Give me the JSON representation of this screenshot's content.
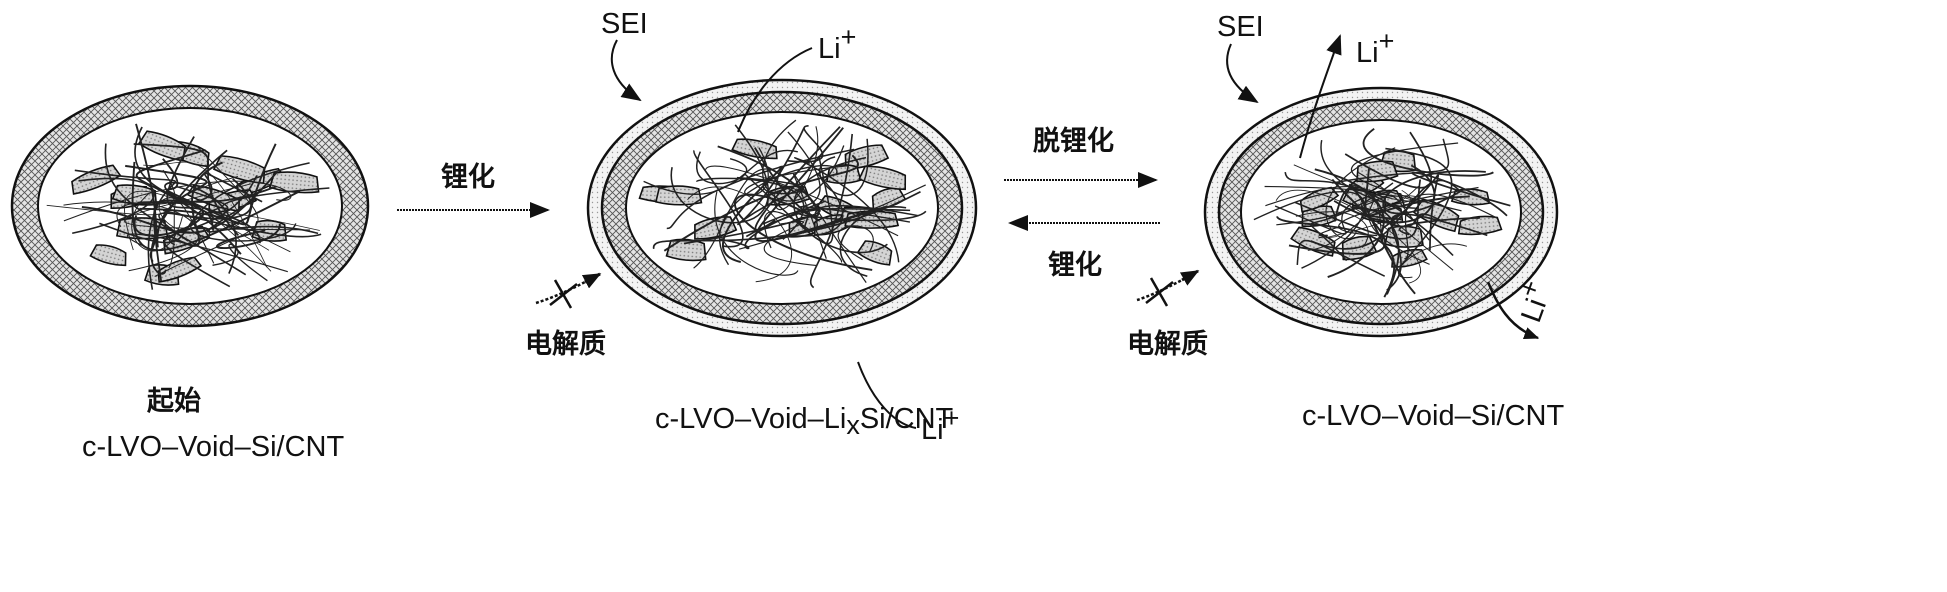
{
  "labels": {
    "start_cn": "起始",
    "start_formula": "c-LVO–Void–Si/CNT",
    "lithiation_1": "锂化",
    "delithiation": "脱锂化",
    "lithiation_2": "锂化",
    "electrolyte_1": "电解质",
    "electrolyte_2": "电解质",
    "sei_1": "SEI",
    "sei_2": "SEI",
    "li_ion": "Li",
    "li_ion_charge": "+",
    "lithiated_formula_prefix": "c-LVO–Void–Li",
    "lithiated_formula_subscript": "x",
    "lithiated_formula_suffix": "Si/CNT",
    "final_formula": "c-LVO–Void–Si/CNT"
  },
  "colors": {
    "ink": "#111111",
    "shell_fill": "#d9d9d9",
    "core_fill": "#ffffff",
    "si_fill": "#c7c7c7",
    "sei_fill": "#efefef"
  }
}
